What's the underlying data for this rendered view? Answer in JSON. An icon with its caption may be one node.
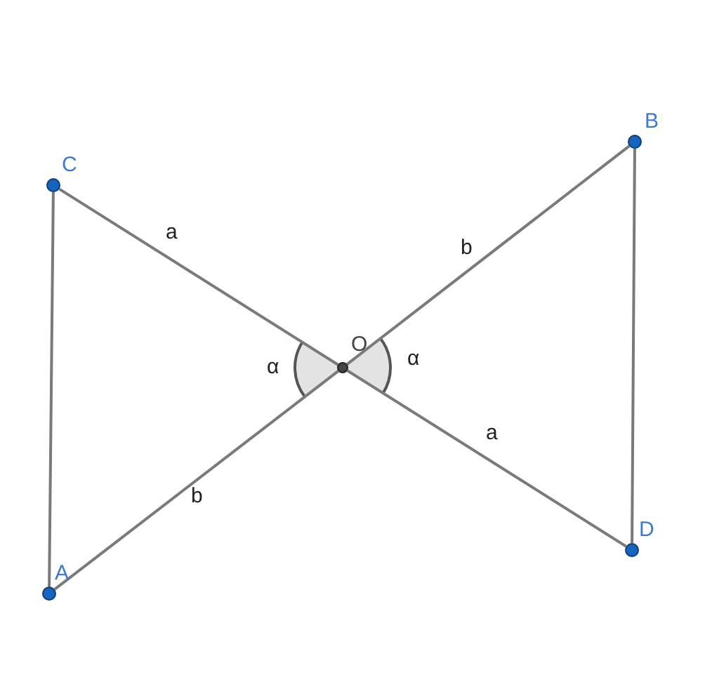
{
  "diagram": {
    "nodes": [
      {
        "text": [
          "B"
        ]
      },
      {
        "text": [
          "C"
        ]
      },
      {
        "text": [
          "O"
        ]
      },
      {
        "text": [
          "D"
        ]
      },
      {
        "text": [
          "A"
        ]
      }
    ],
    "edges": [
      {
        "from": 1,
        "to": 2,
        "arrow": "none",
        "label": "a"
      },
      {
        "from": 2,
        "to": 3,
        "arrow": "none",
        "label": "a"
      },
      {
        "from": 2,
        "to": 0,
        "arrow": "none",
        "label": "b"
      },
      {
        "from": 4,
        "to": 2,
        "arrow": "none",
        "label": "b"
      },
      {
        "from": 1,
        "to": 4,
        "arrow": "none"
      },
      {
        "from": 0,
        "to": 3,
        "arrow": "none"
      }
    ],
    "labels": [
      "α",
      "α"
    ]
  }
}
